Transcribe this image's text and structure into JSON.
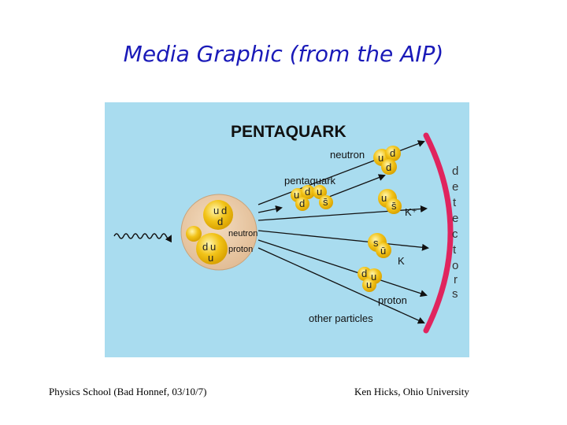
{
  "slide": {
    "title": "Media Graphic (from the AIP)",
    "footer_left": "Physics School (Bad Honnef, 03/10/7)",
    "footer_right": "Ken Hicks, Ohio University"
  },
  "diagram": {
    "heading": "PENTAQUARK",
    "labels": {
      "neutron_out": "neutron",
      "pentaquark": "pentaquark",
      "neutron_in": "neutron",
      "proton_in": "proton",
      "k_plus": "K⁺",
      "k_zero": "K",
      "proton_out": "proton",
      "other": "other particles"
    },
    "detector_letters": [
      "d",
      "e",
      "t",
      "e",
      "c",
      "t",
      "o",
      "r",
      "s"
    ],
    "quarks": {
      "target_neutron": [
        "u",
        "d",
        "d"
      ],
      "target_proton": [
        "d",
        "u",
        "u"
      ],
      "out_neutron": [
        "u",
        "d",
        "d"
      ],
      "pentaquark": [
        "u",
        "d",
        "d",
        "u",
        "s̄"
      ],
      "k_plus": [
        "u",
        "s̄"
      ],
      "k_zero": [
        "s",
        "ū"
      ],
      "out_proton": [
        "d",
        "u",
        "u"
      ]
    },
    "colors": {
      "background": "#a9dcef",
      "quark": "#f2c318",
      "detector": "#e0245e",
      "target": "#e9c9a4"
    }
  }
}
